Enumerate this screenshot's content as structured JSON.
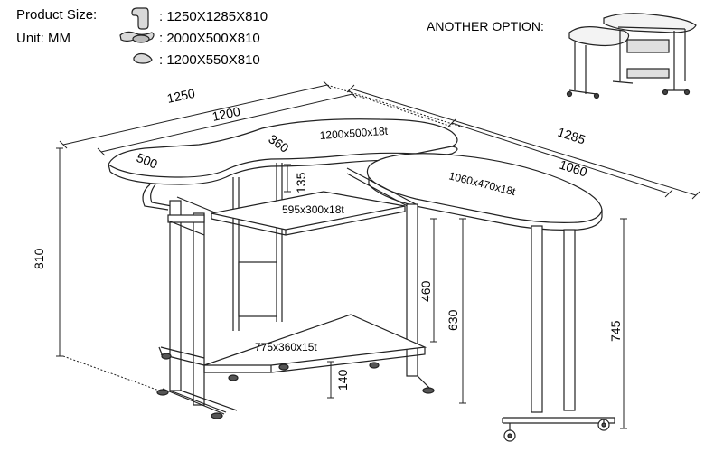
{
  "specs": {
    "product_size_label": "Product Size:",
    "unit_label": "Unit: MM",
    "sizes": [
      ": 1250X1285X810",
      ": 2000X500X810",
      ": 1200X550X810"
    ]
  },
  "another_option_label": "ANOTHER OPTION:",
  "dimensions": {
    "d1250": "1250",
    "d1200": "1200",
    "d360": "360",
    "d500": "500",
    "d135": "135",
    "d1285": "1285",
    "d1060": "1060",
    "d810": "810",
    "d460": "460",
    "d630": "630",
    "d745": "745",
    "d140": "140"
  },
  "parts": {
    "top_left": "1200x500x18t",
    "top_right": "1060x470x18t",
    "keyboard_shelf": "595x300x18t",
    "bottom_shelf": "775x360x15t"
  }
}
